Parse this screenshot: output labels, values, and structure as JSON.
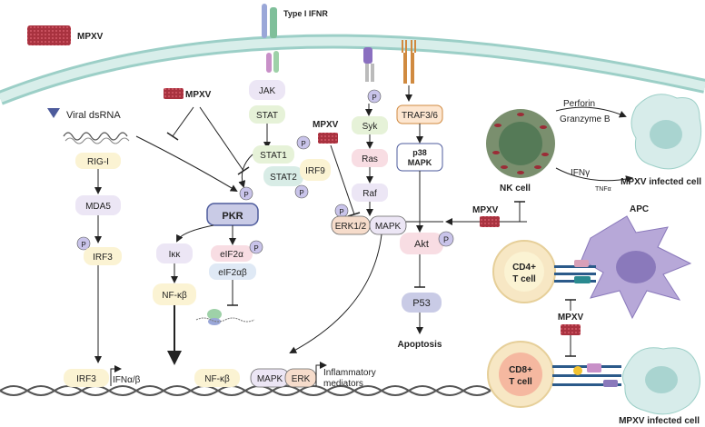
{
  "labels": {
    "mpxv_top": "MPXV",
    "ifnr": "Type I IFNR",
    "viral_dsrna": "Viral dsRNA",
    "mpxv_mid": "MPXV",
    "rig_i": "RIG-I",
    "mda5": "MDA5",
    "irf3": "IRF3",
    "irf3_nuc": "IRF3",
    "ifn_ab": "IFNα/β",
    "jak": "JAK",
    "stat": "STAT",
    "stat1": "STAT1",
    "stat2": "STAT2",
    "irf9": "IRF9",
    "pkr": "PKR",
    "ikk": "Iκκ",
    "nfkb": "NF-κβ",
    "nfkb_nuc": "NF-κβ",
    "eif2a": "eIF2α",
    "eif2ab": "eIF2αβ",
    "p": "P",
    "mpxv_erk": "MPXV",
    "syk": "Syk",
    "ras": "Ras",
    "raf": "Raf",
    "erk12": "ERK1/2",
    "mapk": "MAPK",
    "traf": "TRAF3/6",
    "p38": "p38",
    "p38_mapk": "MAPK",
    "akt": "Akt",
    "p53": "P53",
    "apoptosis": "Apoptosis",
    "mapk_nuc": "MAPK",
    "erk_nuc": "ERK",
    "inflam1": "Inflammatory",
    "inflam2": "mediators",
    "perforin": "Perforin",
    "granzyme": "Granzyme B",
    "ifng": "IFNγ",
    "tnfa": "TNFα",
    "nk_cell": "NK cell",
    "mpxv_infected_1": "MPXV infected cell",
    "mpxv_nk": "MPXV",
    "apc": "APC",
    "cd4": "CD4+",
    "cd8": "CD8+",
    "tcell": "T cell",
    "mpxv_t": "MPXV",
    "mpxv_infected_2": "MPXV infected cell"
  },
  "colors": {
    "membrane": "#cfe6e2",
    "membrane_edge": "#9ccfc7",
    "virus": "#b23a48",
    "box_yellow": "#fbf3d3",
    "box_green": "#e6f2d8",
    "box_purple": "#ece6f5",
    "box_pink": "#f8dde3",
    "box_peach": "#f6dccb",
    "p_circle": "#c9c4ea",
    "pkr_box": "#c9cbe6",
    "dna": "#6f6f6f"
  }
}
